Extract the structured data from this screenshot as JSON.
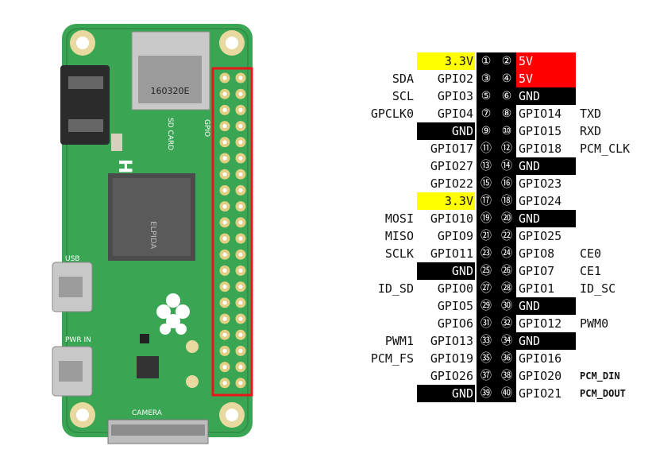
{
  "board": {
    "hdmi_label": "HDMI",
    "sd_label": "SD CARD",
    "gpio_label": "GPIO",
    "usb_label": "USB",
    "pwr_label": "PWR IN",
    "camera_label": "CAMERA",
    "chip_text": "ELPIDA",
    "sd_date": "160320E"
  },
  "pins": [
    {
      "l_label": "",
      "l_name": "3.3V",
      "l_num": "①",
      "r_num": "②",
      "r_name": "5V",
      "r_label": "",
      "l_style": "yellow",
      "r_style": "red"
    },
    {
      "l_label": "SDA",
      "l_name": "GPIO2",
      "l_num": "③",
      "r_num": "④",
      "r_name": "5V",
      "r_label": "",
      "l_style": "white",
      "r_style": "red"
    },
    {
      "l_label": "SCL",
      "l_name": "GPIO3",
      "l_num": "⑤",
      "r_num": "⑥",
      "r_name": "GND",
      "r_label": "",
      "l_style": "white",
      "r_style": "black"
    },
    {
      "l_label": "GPCLK0",
      "l_name": "GPIO4",
      "l_num": "⑦",
      "r_num": "⑧",
      "r_name": "GPIO14",
      "r_label": "TXD",
      "l_style": "white",
      "r_style": "white"
    },
    {
      "l_label": "",
      "l_name": "GND",
      "l_num": "⑨",
      "r_num": "⑩",
      "r_name": "GPIO15",
      "r_label": "RXD",
      "l_style": "black",
      "r_style": "white"
    },
    {
      "l_label": "",
      "l_name": "GPIO17",
      "l_num": "⑪",
      "r_num": "⑫",
      "r_name": "GPIO18",
      "r_label": "PCM_CLK",
      "l_style": "white",
      "r_style": "white"
    },
    {
      "l_label": "",
      "l_name": "GPIO27",
      "l_num": "⑬",
      "r_num": "⑭",
      "r_name": "GND",
      "r_label": "",
      "l_style": "white",
      "r_style": "black"
    },
    {
      "l_label": "",
      "l_name": "GPIO22",
      "l_num": "⑮",
      "r_num": "⑯",
      "r_name": "GPIO23",
      "r_label": "",
      "l_style": "white",
      "r_style": "white"
    },
    {
      "l_label": "",
      "l_name": "3.3V",
      "l_num": "⑰",
      "r_num": "⑱",
      "r_name": "GPIO24",
      "r_label": "",
      "l_style": "yellow",
      "r_style": "white"
    },
    {
      "l_label": "MOSI",
      "l_name": "GPIO10",
      "l_num": "⑲",
      "r_num": "⑳",
      "r_name": "GND",
      "r_label": "",
      "l_style": "white",
      "r_style": "black"
    },
    {
      "l_label": "MISO",
      "l_name": "GPIO9",
      "l_num": "㉑",
      "r_num": "㉒",
      "r_name": "GPIO25",
      "r_label": "",
      "l_style": "white",
      "r_style": "white"
    },
    {
      "l_label": "SCLK",
      "l_name": "GPIO11",
      "l_num": "㉓",
      "r_num": "㉔",
      "r_name": "GPIO8",
      "r_label": "CE0",
      "l_style": "white",
      "r_style": "white"
    },
    {
      "l_label": "",
      "l_name": "GND",
      "l_num": "㉕",
      "r_num": "㉖",
      "r_name": "GPIO7",
      "r_label": "CE1",
      "l_style": "black",
      "r_style": "white"
    },
    {
      "l_label": "ID_SD",
      "l_name": "GPIO0",
      "l_num": "㉗",
      "r_num": "㉘",
      "r_name": "GPIO1",
      "r_label": "ID_SC",
      "l_style": "white",
      "r_style": "white"
    },
    {
      "l_label": "",
      "l_name": "GPIO5",
      "l_num": "㉙",
      "r_num": "㉚",
      "r_name": "GND",
      "r_label": "",
      "l_style": "white",
      "r_style": "black"
    },
    {
      "l_label": "",
      "l_name": "GPIO6",
      "l_num": "㉛",
      "r_num": "㉜",
      "r_name": "GPIO12",
      "r_label": "PWM0",
      "l_style": "white",
      "r_style": "white"
    },
    {
      "l_label": "PWM1",
      "l_name": "GPIO13",
      "l_num": "㉝",
      "r_num": "㉞",
      "r_name": "GND",
      "r_label": "",
      "l_style": "white",
      "r_style": "black"
    },
    {
      "l_label": "PCM_FS",
      "l_name": "GPIO19",
      "l_num": "㉟",
      "r_num": "㊱",
      "r_name": "GPIO16",
      "r_label": "",
      "l_style": "white",
      "r_style": "white"
    },
    {
      "l_label": "",
      "l_name": "GPIO26",
      "l_num": "㊲",
      "r_num": "㊳",
      "r_name": "GPIO20",
      "r_label": "PCM_DIN",
      "l_style": "white",
      "r_style": "white"
    },
    {
      "l_label": "",
      "l_name": "GND",
      "l_num": "㊴",
      "r_num": "㊵",
      "r_name": "GPIO21",
      "r_label": "PCM_DOUT",
      "l_style": "black",
      "r_style": "white"
    }
  ],
  "colors": {
    "yellow": "#ffff00",
    "red": "#ff0000",
    "black": "#000000",
    "white": "#ffffff",
    "board_green": "#3aa653",
    "header_highlight": "#e8151b"
  }
}
